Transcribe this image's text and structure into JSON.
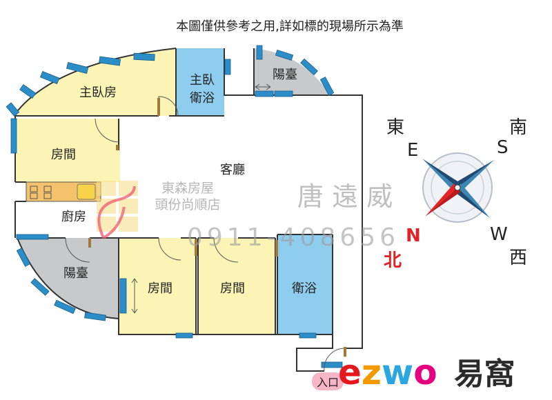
{
  "header": {
    "disclaimer": "本圖僅供參考之用,詳如標的現場所示為準"
  },
  "rooms": {
    "master_bedroom": "主臥房",
    "master_bath_line1": "主臥",
    "master_bath_line2": "衛浴",
    "balcony_top": "陽臺",
    "bedroom_left": "房間",
    "living_room": "客廳",
    "kitchen": "廚房",
    "balcony_left": "陽臺",
    "bedroom_a": "房間",
    "bedroom_b": "房間",
    "bathroom": "衛浴",
    "entrance": "入口"
  },
  "compass": {
    "east_cn": "東",
    "east_en": "E",
    "south_cn": "南",
    "south_en": "S",
    "west_en": "W",
    "west_cn": "西",
    "north_en": "N",
    "north_cn": "北"
  },
  "watermark": {
    "agency_line1": "東森房屋",
    "agency_line2": "頭份尚順店",
    "agent_name": "唐 遠 威",
    "phone": "0911-408656"
  },
  "brand": {
    "logo_latin": "ezwo",
    "logo_cn": "易窩"
  },
  "colors": {
    "bedroom": "#fbf4b5",
    "bath": "#8fcdee",
    "balcony": "#c8c9ca",
    "window": "#2b8ec9",
    "wall": "#333333",
    "door": "#a07a3a",
    "compass_n": "#e52325",
    "logo_e": "#e5171f",
    "logo_z": "#f39800",
    "logo_w": "#2ca6e0",
    "logo_o": "#e4007f"
  }
}
